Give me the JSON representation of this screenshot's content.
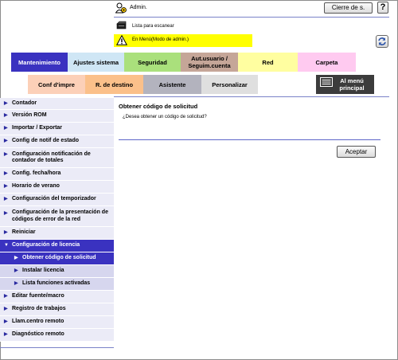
{
  "header": {
    "user_label": "Admin.",
    "logout_label": "Cierre de s.",
    "help_label": "?",
    "status_text": "Lista para escanear",
    "mode_text": "En Menú(Modo de admin.)"
  },
  "tabs_row1": [
    {
      "label": "Mantenimiento"
    },
    {
      "label": "Ajustes sistema"
    },
    {
      "label": "Seguridad"
    },
    {
      "label": "Aut.usuario / Seguim.cuenta"
    },
    {
      "label": "Red"
    },
    {
      "label": "Carpeta"
    }
  ],
  "tabs_row2": [
    {
      "label": "Conf d'impre"
    },
    {
      "label": "R. de destino"
    },
    {
      "label": "Asistente"
    },
    {
      "label": "Personalizar"
    },
    {
      "label": "Al menú principal"
    }
  ],
  "sidebar": {
    "items": [
      {
        "label": "Contador"
      },
      {
        "label": "Versión ROM"
      },
      {
        "label": "Importar / Exportar"
      },
      {
        "label": "Config de notif de estado"
      },
      {
        "label": "Configuración notificación de contador de totales"
      },
      {
        "label": "Config. fecha/hora"
      },
      {
        "label": "Horario de verano"
      },
      {
        "label": "Configuración del temporizador"
      },
      {
        "label": "Configuración de la presentación de códigos de error de la red"
      },
      {
        "label": "Reiniciar"
      },
      {
        "label": "Configuración de licencia"
      },
      {
        "label": "Obtener código de solicitud"
      },
      {
        "label": "Instalar licencia"
      },
      {
        "label": "Lista funciones activadas"
      },
      {
        "label": "Editar fuente/macro"
      },
      {
        "label": "Registro de trabajos"
      },
      {
        "label": "Llam.centro remoto"
      },
      {
        "label": "Diagnóstico remoto"
      }
    ]
  },
  "content": {
    "title": "Obtener código de solicitud",
    "question": "¿Desea obtener un código de solicitud?",
    "accept_label": "Aceptar"
  },
  "colors": {
    "accent": "#3a32c0",
    "mode_banner": "#ffff00"
  }
}
